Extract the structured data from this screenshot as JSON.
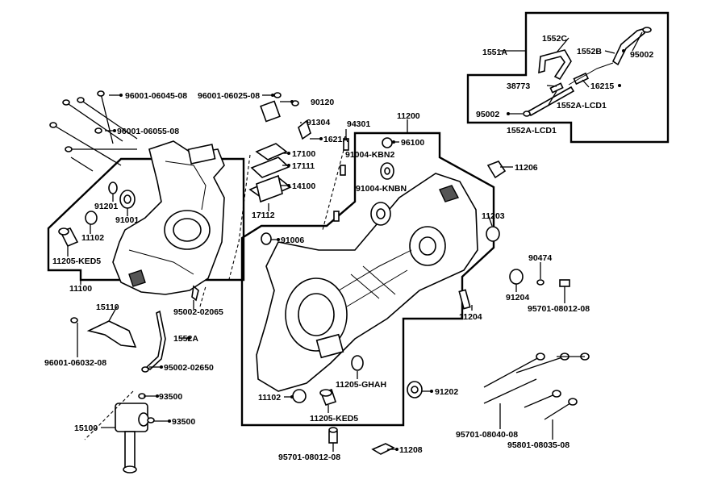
{
  "labels": {
    "p1551A": "1551A",
    "p1552C": "1552C",
    "p1552B": "1552B",
    "p95002a": "95002",
    "p38773": "38773",
    "p16215": "16215",
    "p95002b": "95002",
    "p1552A_LCD1a": "1552A-LCD1",
    "p1552A_LCD1b": "1552A-LCD1",
    "p96001_06045": "96001-06045-08",
    "p96001_06025": "96001-06025-08",
    "p90120": "90120",
    "p96001_06055": "96001-06055-08",
    "p91304": "91304",
    "p1621A": "1621A",
    "p94301": "94301",
    "p11200": "11200",
    "p96100": "96100",
    "p17100": "17100",
    "p17111": "17111",
    "p91004_KBN2": "91004-KBN2",
    "p14100": "14100",
    "p91004_KNBN": "91004-KNBN",
    "p17112": "17112",
    "p11206": "11206",
    "p91201": "91201",
    "p91001": "91001",
    "p11203": "11203",
    "p11102a": "11102",
    "p11205_KED5a": "11205-KED5",
    "p91006": "91006",
    "p11100": "11100",
    "p90474": "90474",
    "p91204": "91204",
    "p95701_08012a": "95701-08012-08",
    "p95002_02065": "95002-02065",
    "p15110": "15110",
    "p11204": "11204",
    "p1552A": "1552A",
    "p96001_06032": "96001-06032-08",
    "p95002_02650": "95002-02650",
    "p11205_GHAH": "11205-GHAH",
    "p93500a": "93500",
    "p11102b": "11102",
    "p91202": "91202",
    "p11205_KED5b": "11205-KED5",
    "p15100": "15100",
    "p93500b": "93500",
    "p95701_08040": "95701-08040-08",
    "p95801_08035": "95801-08035-08",
    "p95701_08012b": "95701-08012-08",
    "p11208": "11208"
  }
}
